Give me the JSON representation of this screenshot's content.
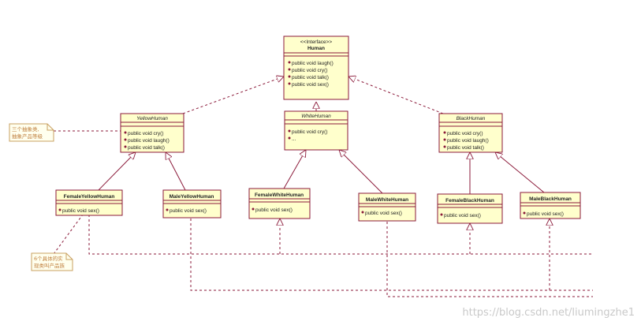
{
  "interface": {
    "stereotype": "<<Interface>>",
    "name": "Human",
    "methods": [
      "public void laugh()",
      "public void cry()",
      "public void talk()",
      "public void sex()"
    ]
  },
  "abstract_classes": [
    {
      "name": "YellowHuman",
      "methods": [
        "public void cry()",
        "public void laugh()",
        "public void talk()"
      ]
    },
    {
      "name": "WhiteHuman",
      "methods": [
        "public void cry()",
        "..."
      ]
    },
    {
      "name": "BlackHuman",
      "methods": [
        "public void cry()",
        "public void laugh()",
        "public void talk()"
      ]
    }
  ],
  "concrete_classes": [
    {
      "name": "FemaleYellowHuman",
      "methods": [
        "public void sex()"
      ]
    },
    {
      "name": "MaleYellowHuman",
      "methods": [
        "public void sex()"
      ]
    },
    {
      "name": "FemaleWhiteHuman",
      "methods": [
        "public void sex()"
      ]
    },
    {
      "name": "MaleWhiteHuman",
      "methods": [
        "public void sex()"
      ]
    },
    {
      "name": "FemaleBlackHuman",
      "methods": [
        "public void sex()"
      ]
    },
    {
      "name": "MaleBlackHuman",
      "methods": [
        "public void sex()"
      ]
    }
  ],
  "notes": [
    {
      "lines": [
        "三个抽象类,",
        "抽象产品等级"
      ]
    },
    {
      "lines": [
        "6个具体的实",
        "现类叫产品族"
      ]
    }
  ],
  "watermark": "https://blog.csdn.net/liumingzhe1",
  "colors": {
    "box_fill": "#ffffcc",
    "box_border": "#8b1a3a",
    "line": "#8b1a3a",
    "note_fill": "#ffffee",
    "note_border": "#c8a060",
    "note_text": "#c08040"
  }
}
